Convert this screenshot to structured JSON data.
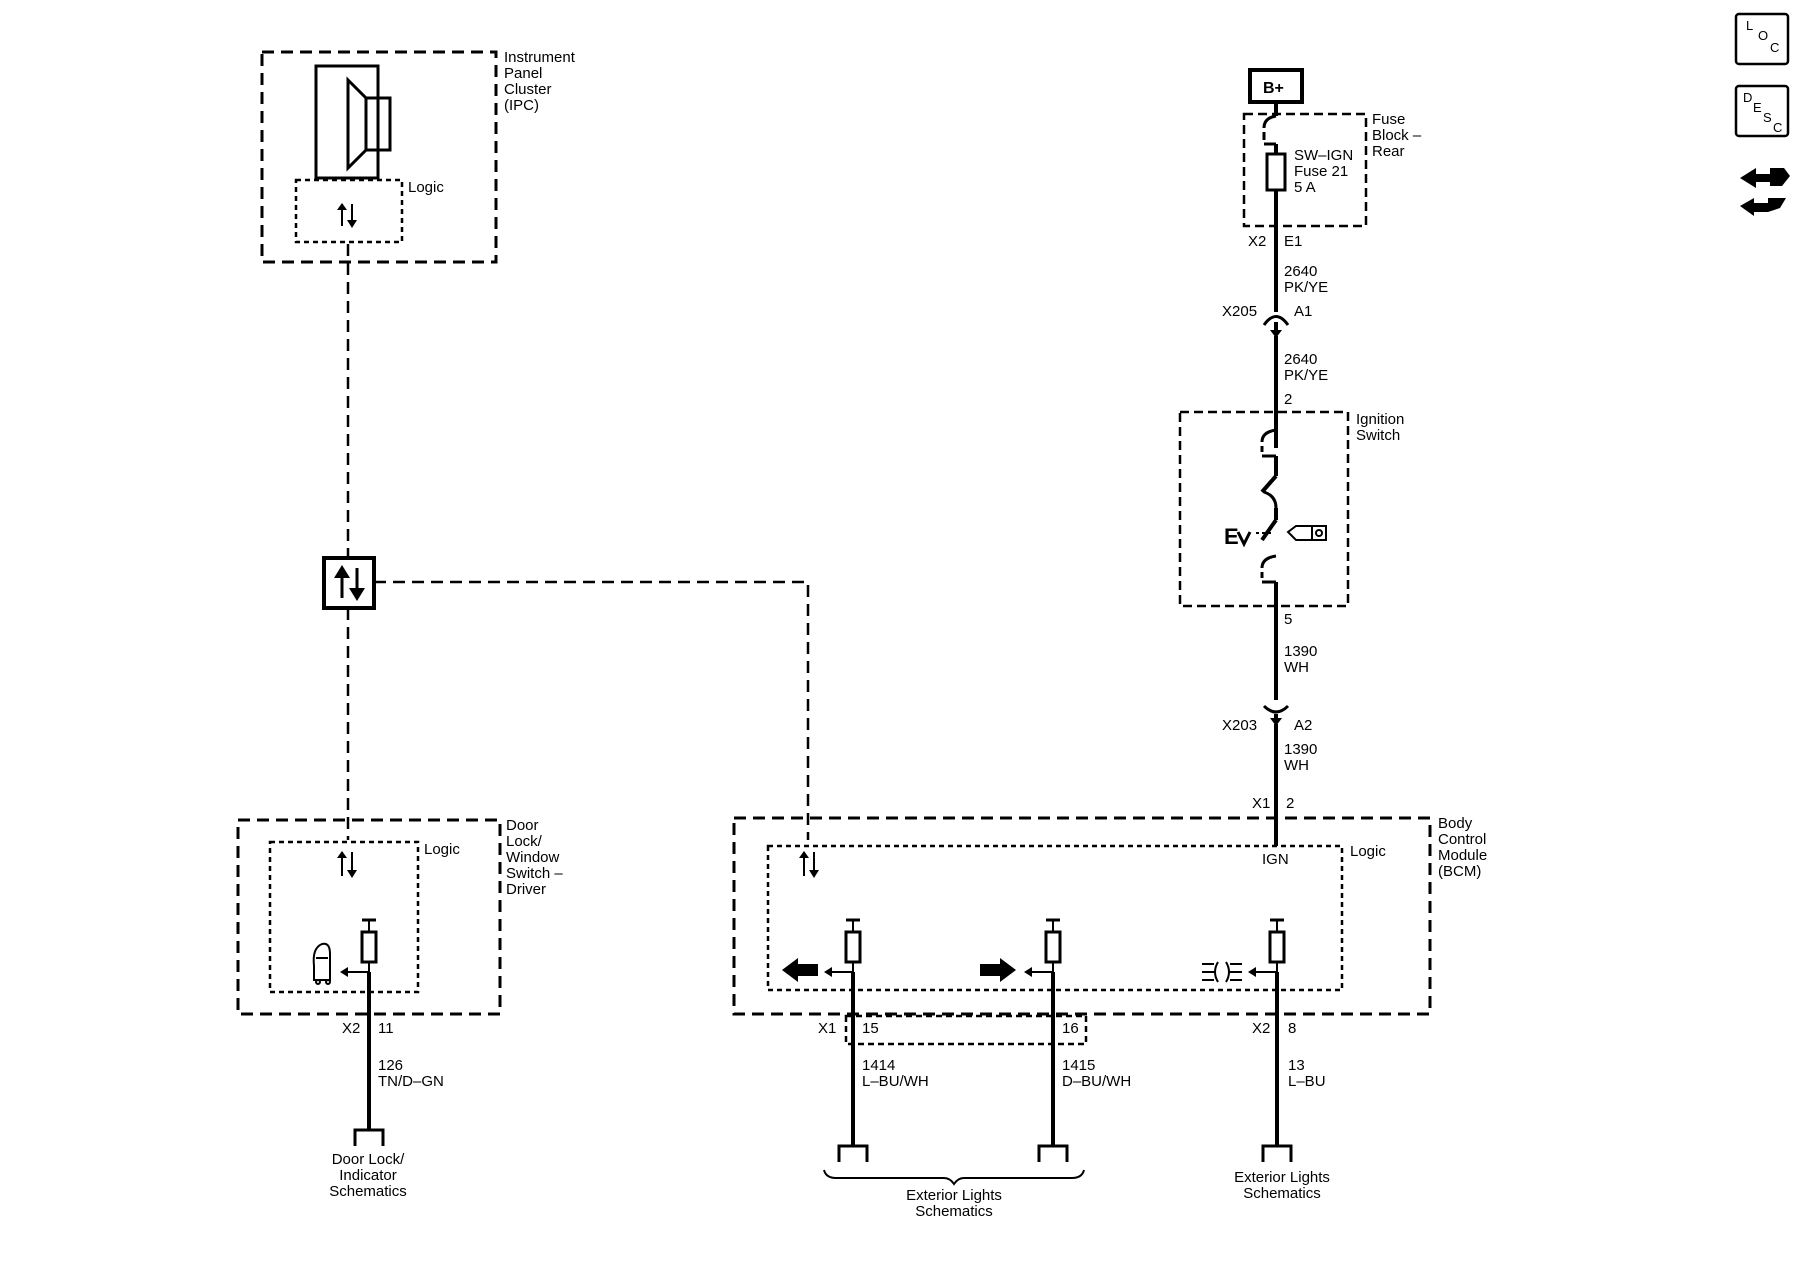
{
  "nav": {
    "loc": {
      "l1": "L",
      "l2": "O",
      "l3": "C"
    },
    "desc": {
      "l1": "D",
      "l2": "E",
      "l3": "S",
      "l4": "C"
    },
    "connector_icon": "connector-icon"
  },
  "ipc": {
    "name": [
      "Instrument",
      "Panel",
      "Cluster",
      "(IPC)"
    ],
    "logic": "Logic"
  },
  "battery": {
    "label": "B+"
  },
  "fuse_block": {
    "name": [
      "Fuse",
      "Block –",
      "Rear"
    ],
    "fuse": [
      "SW–IGN",
      "Fuse 21",
      "5 A"
    ],
    "connector": "X2",
    "pin": "E1"
  },
  "wire_upper": {
    "circuit": "2640",
    "color": "PK/YE"
  },
  "x205": {
    "connector": "X205",
    "pin": "A1"
  },
  "wire_mid": {
    "circuit": "2640",
    "color": "PK/YE"
  },
  "ignition_switch": {
    "name": [
      "Ignition",
      "Switch"
    ],
    "pin_in": "2",
    "pin_out": "5"
  },
  "wire_1390a": {
    "circuit": "1390",
    "color": "WH"
  },
  "x203": {
    "connector": "X203",
    "pin": "A2"
  },
  "wire_1390b": {
    "circuit": "1390",
    "color": "WH"
  },
  "bcm": {
    "name": [
      "Body",
      "Control",
      "Module",
      "(BCM)"
    ],
    "logic": "Logic",
    "ign": "IGN",
    "x1_connector": "X1",
    "x1_pin": "2",
    "out_left": {
      "connector": "X1",
      "pin": "15",
      "circuit": "1414",
      "color": "L–BU/WH"
    },
    "out_mid": {
      "pin": "16",
      "circuit": "1415",
      "color": "D–BU/WH"
    },
    "out_right": {
      "connector": "X2",
      "pin": "8",
      "circuit": "13",
      "color": "L–BU"
    }
  },
  "door_switch": {
    "name": [
      "Door",
      "Lock/",
      "Window",
      "Switch –",
      "Driver"
    ],
    "logic": "Logic",
    "connector": "X2",
    "pin": "11",
    "circuit": "126",
    "color": "TN/D–GN"
  },
  "refs": {
    "door_lock": [
      "Door Lock/",
      "Indicator",
      "Schematics"
    ],
    "ext_lights_pair": [
      "Exterior Lights",
      "Schematics"
    ],
    "ext_lights_right": [
      "Exterior Lights",
      "Schematics"
    ]
  }
}
